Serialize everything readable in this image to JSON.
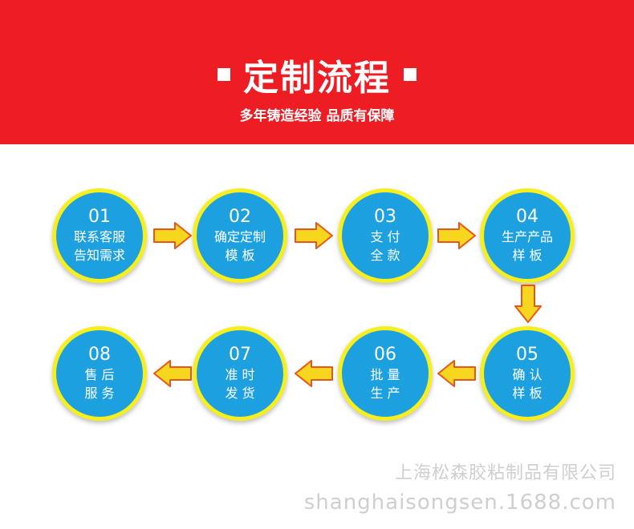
{
  "header": {
    "title": "定制流程",
    "subtitle": "多年铸造经验 品质有保障",
    "background_color": "#ee1c23"
  },
  "steps": [
    {
      "num": "01",
      "line1": "联系客服",
      "line2": "告知需求"
    },
    {
      "num": "02",
      "line1": "确定定制",
      "line2": "模 板"
    },
    {
      "num": "03",
      "line1": "支 付",
      "line2": "全 款"
    },
    {
      "num": "04",
      "line1": "生产产品",
      "line2": "样 板"
    },
    {
      "num": "05",
      "line1": "确 认",
      "line2": "样 板"
    },
    {
      "num": "06",
      "line1": "批 量",
      "line2": "生 产"
    },
    {
      "num": "07",
      "line1": "准 时",
      "line2": "发 货"
    },
    {
      "num": "08",
      "line1": "售 后",
      "line2": "服 务"
    }
  ],
  "colors": {
    "circle_fill": "#1da0e0",
    "circle_ring": "#f7ee1e",
    "arrow_fill": "#f7d61e",
    "arrow_stroke": "#e8561c"
  },
  "watermark": {
    "company": "上海松森胶粘制品有限公司",
    "url": "shanghaisongsen.1688.com"
  }
}
